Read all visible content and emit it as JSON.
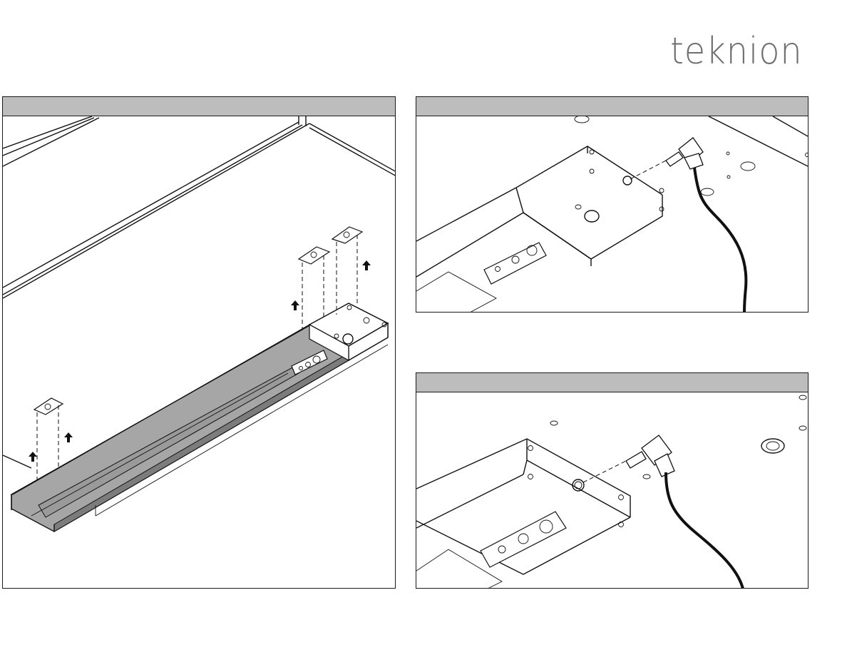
{
  "brand": {
    "logo_text": "teknion",
    "color": "#6e6e6e"
  },
  "panels": [
    {
      "id": "left",
      "bar_color": "#bdbdbd"
    },
    {
      "id": "top-right",
      "bar_color": "#bdbdbd"
    },
    {
      "id": "bottom-right",
      "bar_color": "#bdbdbd"
    }
  ],
  "colors": {
    "rail_gray": "#a6a6a6",
    "line": "#111111"
  },
  "icons": [
    "up-arrow-icon",
    "mounting-clip-icon",
    "power-plug-icon",
    "power-cord-icon"
  ]
}
